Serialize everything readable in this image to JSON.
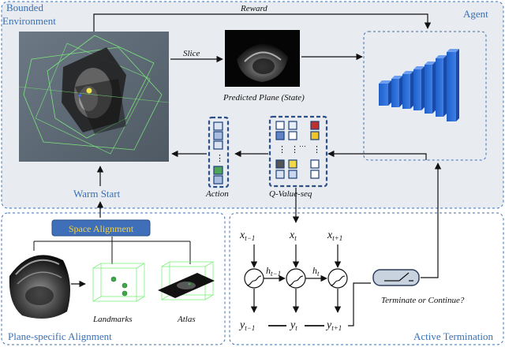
{
  "labels": {
    "bounded_environment_line1": "Bounded",
    "bounded_environment_line2": "Environment",
    "agent": "Agent",
    "reward": "Reward",
    "slice": "Slice",
    "predicted_plane": "Predicted Plane (State)",
    "action": "Action",
    "q_value_seq": "Q-Value-seq",
    "warm_start": "Warm Start",
    "space_alignment": "Space Alignment",
    "landmarks": "Landmarks",
    "atlas": "Atlas",
    "plane_specific_alignment": "Plane-specific Alignment",
    "active_termination": "Active Termination",
    "terminate_or_continue": "Terminate or Continue?"
  },
  "rnn": {
    "inputs": [
      {
        "base": "x",
        "sub": "t−1"
      },
      {
        "base": "x",
        "sub": "t"
      },
      {
        "base": "x",
        "sub": "t+1"
      }
    ],
    "hidden": [
      {
        "base": "h",
        "sub": "t−1"
      },
      {
        "base": "h",
        "sub": "t"
      }
    ],
    "outputs": [
      {
        "base": "y",
        "sub": "t−1"
      },
      {
        "base": "y",
        "sub": "t"
      },
      {
        "base": "y",
        "sub": "t+1"
      }
    ]
  },
  "colors": {
    "dashed_border": "#3a6fb5",
    "label_blue": "#3a6fb5",
    "top_panel_bg": "#e8ebf0",
    "agent_blue": "#2f6fd6",
    "space_alignment_fill": "#3f6fb8",
    "render_bg": "#5f6c78",
    "landmark_green": "#3fa84a",
    "wireframe_green": "#7cf07c"
  }
}
